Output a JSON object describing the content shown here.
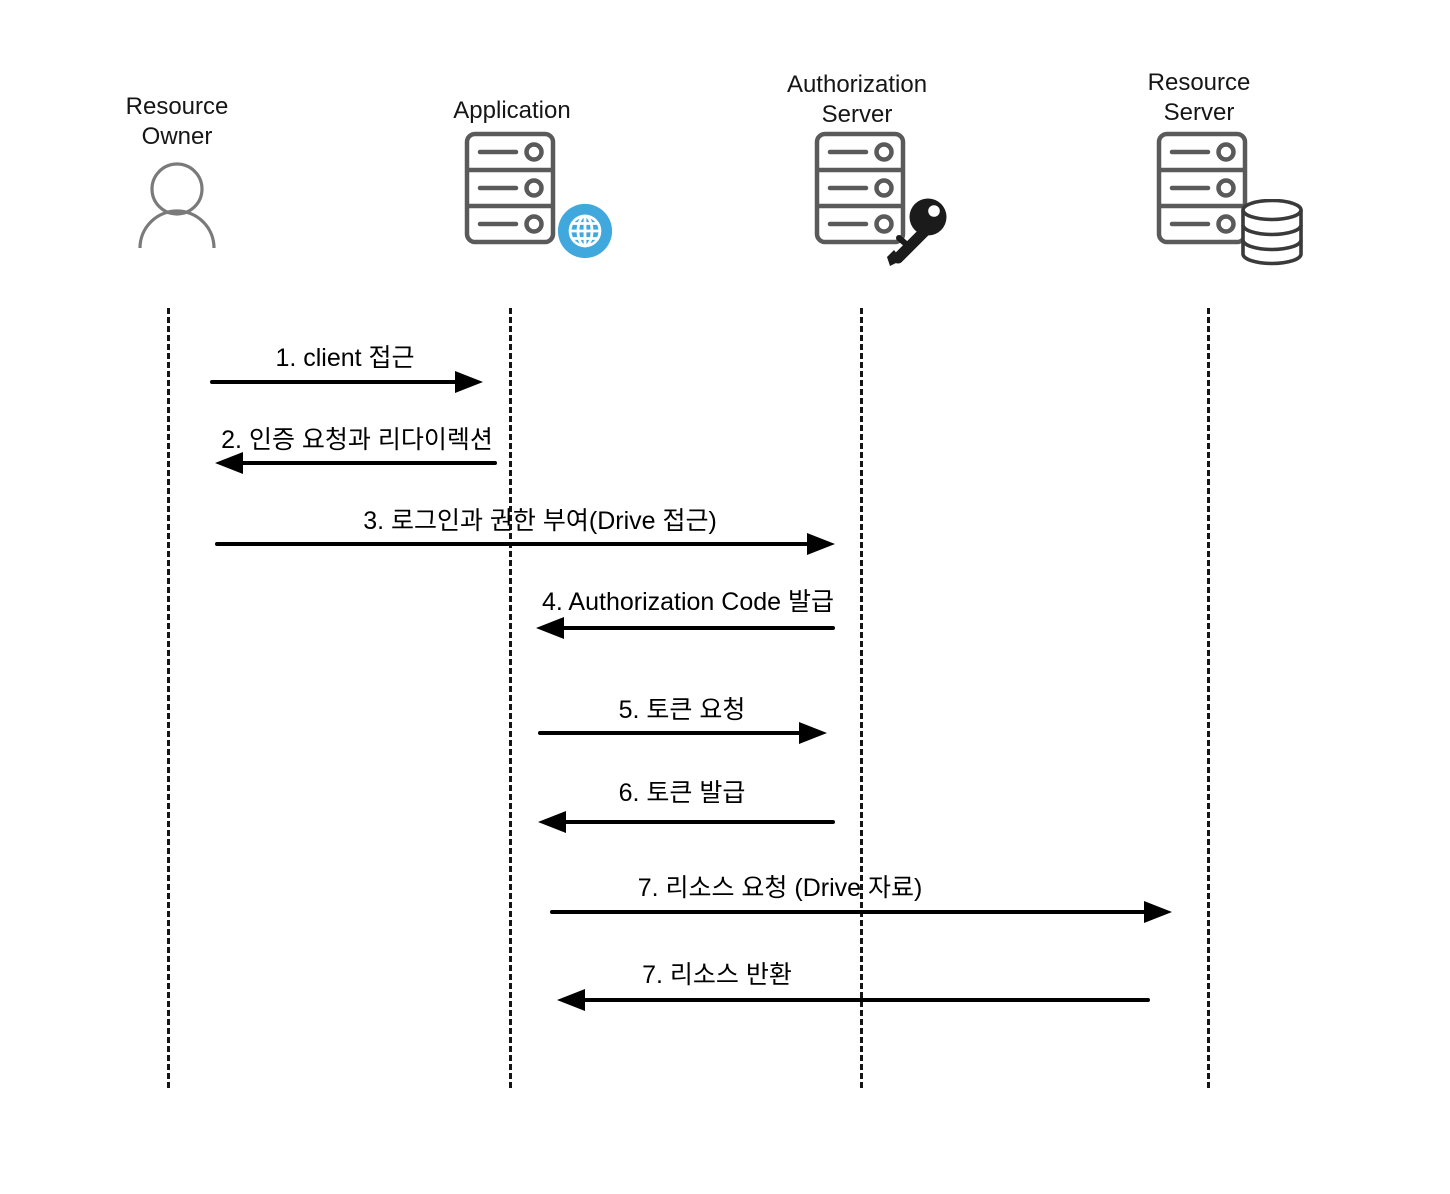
{
  "diagram": {
    "type": "sequence-diagram",
    "subject": "OAuth Authorization Code flow",
    "actors": [
      {
        "id": "resource-owner",
        "name": "Resource Owner",
        "line1": "Resource",
        "line2": "Owner",
        "icon": "person-icon"
      },
      {
        "id": "application",
        "name": "Application",
        "line1": "Application",
        "line2": "",
        "icon": "server-globe-icon"
      },
      {
        "id": "authorization-server",
        "name": "Authorization Server",
        "line1": "Authorization",
        "line2": "Server",
        "icon": "server-key-icon"
      },
      {
        "id": "resource-server",
        "name": "Resource Server",
        "line1": "Resource",
        "line2": "Server",
        "icon": "server-database-icon"
      }
    ],
    "messages": [
      {
        "label": "1. client 접근",
        "from": "Resource Owner",
        "to": "Application",
        "direction": "right"
      },
      {
        "label": "2. 인증 요청과 리다이렉션",
        "from": "Application",
        "to": "Resource Owner",
        "direction": "left"
      },
      {
        "label": "3. 로그인과 권한 부여(Drive 접근)",
        "from": "Resource Owner",
        "to": "Authorization Server",
        "direction": "right"
      },
      {
        "label": "4. Authorization Code 발급",
        "from": "Authorization Server",
        "to": "Application",
        "direction": "left"
      },
      {
        "label": "5. 토큰 요청",
        "from": "Application",
        "to": "Authorization Server",
        "direction": "right"
      },
      {
        "label": "6. 토큰 발급",
        "from": "Authorization Server",
        "to": "Application",
        "direction": "left"
      },
      {
        "label": "7.  리소스 요청 (Drive 자료)",
        "from": "Application",
        "to": "Resource Server",
        "direction": "right"
      },
      {
        "label": "7.  리소스 반환",
        "from": "Resource Server",
        "to": "Application",
        "direction": "left"
      }
    ],
    "colors": {
      "background": "#ffffff",
      "arrow": "#000000",
      "text": "#161616",
      "server_stroke": "#5a5a5a",
      "person_stroke": "#7a7a7a",
      "globe_badge": "#41A8DE",
      "key_fill": "#1b1b1b",
      "database_stroke": "#3a3a3a"
    }
  }
}
